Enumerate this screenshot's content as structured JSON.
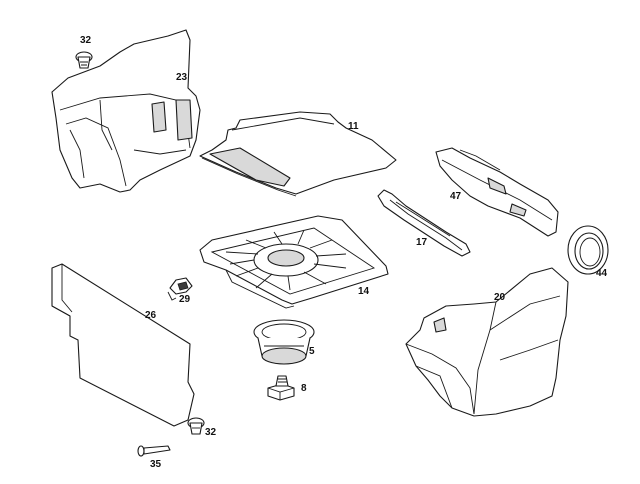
{
  "diagram": {
    "colors": {
      "line": "#1a1a1a",
      "shade": "#d9d9d9",
      "background": "#ffffff"
    },
    "callouts": {
      "p32_top": "32",
      "p23": "23",
      "p11": "11",
      "p47": "47",
      "p17": "17",
      "p44": "44",
      "p14": "14",
      "p29": "29",
      "p26": "26",
      "p20": "20",
      "p5": "5",
      "p8": "8",
      "p32_bottom": "32",
      "p35": "35"
    }
  }
}
